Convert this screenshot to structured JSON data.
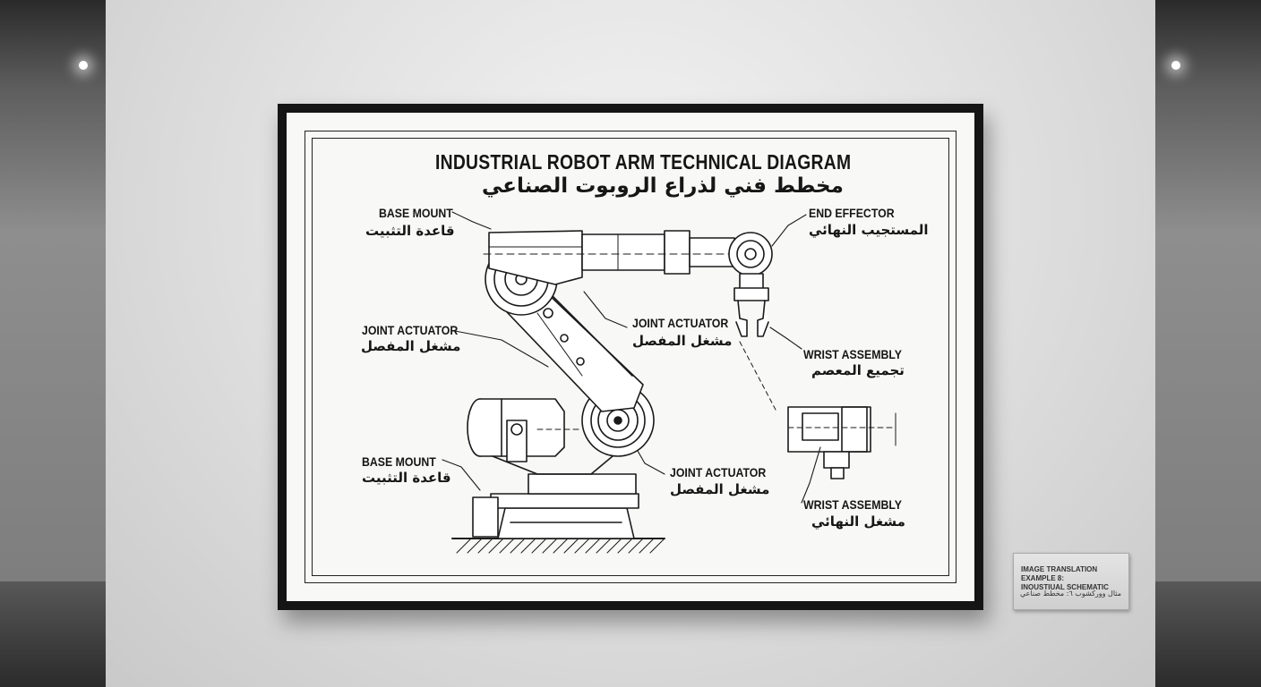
{
  "poster": {
    "title_en": "INDUSTRIAL ROBOT ARM TECHNICAL DIAGRAM",
    "title_ar": "مخطط فني لذراع الروبوت الصناعي"
  },
  "labels": [
    {
      "id": "base-mount-top",
      "en": "BASE MOUNT",
      "ar": "قاعدة التثبيت"
    },
    {
      "id": "joint-actuator-left",
      "en": "JOINT ACTUATOR",
      "ar": "مشغل المفصل"
    },
    {
      "id": "base-mount-bottom",
      "en": "BASE MOUNT",
      "ar": "قاعدة التثبيت"
    },
    {
      "id": "joint-actuator-mid",
      "en": "JOINT ACTUATOR",
      "ar": "مشغل المفصل"
    },
    {
      "id": "joint-actuator-bottom",
      "en": "JOINT ACTUATOR",
      "ar": "مشغل المفصل"
    },
    {
      "id": "end-effector",
      "en": "END EFFECTOR",
      "ar": "المستجيب النهائي"
    },
    {
      "id": "wrist-assembly-top",
      "en": "WRIST ASSEMBLY",
      "ar": "تجميع المعصم"
    },
    {
      "id": "wrist-assembly-bottom",
      "en": "WRIST ASSEMBLY",
      "ar": "مشغل النهائي"
    }
  ],
  "plaque": {
    "line1": "IMAGE TRANSLATION EXAMPLE 8:",
    "line2": "INOUSTIUAL SCHEMATIC",
    "line3": "مثال ووركشوب ٦: مخطط صناعي"
  }
}
